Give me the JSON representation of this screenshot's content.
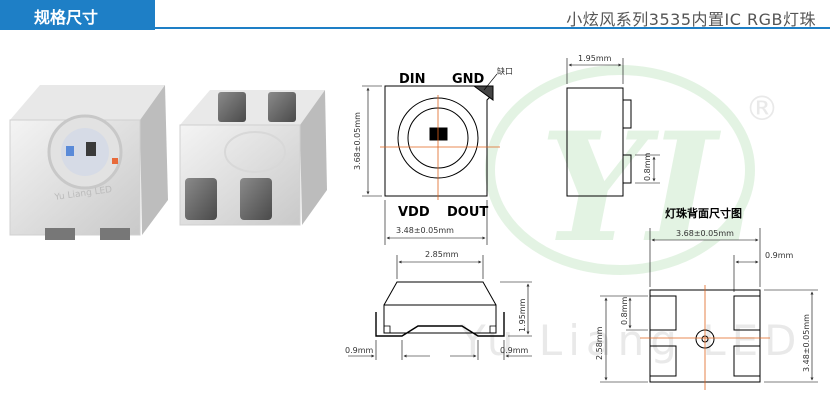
{
  "header": {
    "section_label": "规格尺寸",
    "product_title": "小炫风系列3535内置IC RGB灯珠"
  },
  "watermark": {
    "brand_mark": "YL",
    "text": "Yu Liang LED",
    "registered": "®"
  },
  "photo": {
    "front_text": "Yu Liang LED"
  },
  "top_view": {
    "pins": {
      "din": "DIN",
      "gnd": "GND",
      "vdd": "VDD",
      "dout": "DOUT"
    },
    "notch_label": "缺口",
    "dim_width": "3.48±0.05mm",
    "dim_height": "3.68±0.05mm"
  },
  "side_view": {
    "dim_width": "1.95mm",
    "dim_pad": "0.8mm"
  },
  "front_view": {
    "dim_top": "2.85mm",
    "dim_height": "1.95mm",
    "dim_left_pad": "0.9mm",
    "dim_right_pad": "0.9mm"
  },
  "back_view": {
    "title": "灯珠背面尺寸图",
    "dim_width": "3.68±0.05mm",
    "dim_pad_width": "0.9mm",
    "dim_pad_height": "0.8mm",
    "dim_pad_span": "2.58mm",
    "dim_height": "3.48±0.05mm"
  },
  "colors": {
    "accent": "#1e7fc6",
    "center_mark": "#e0641e",
    "watermark": "#6bbf6b"
  }
}
